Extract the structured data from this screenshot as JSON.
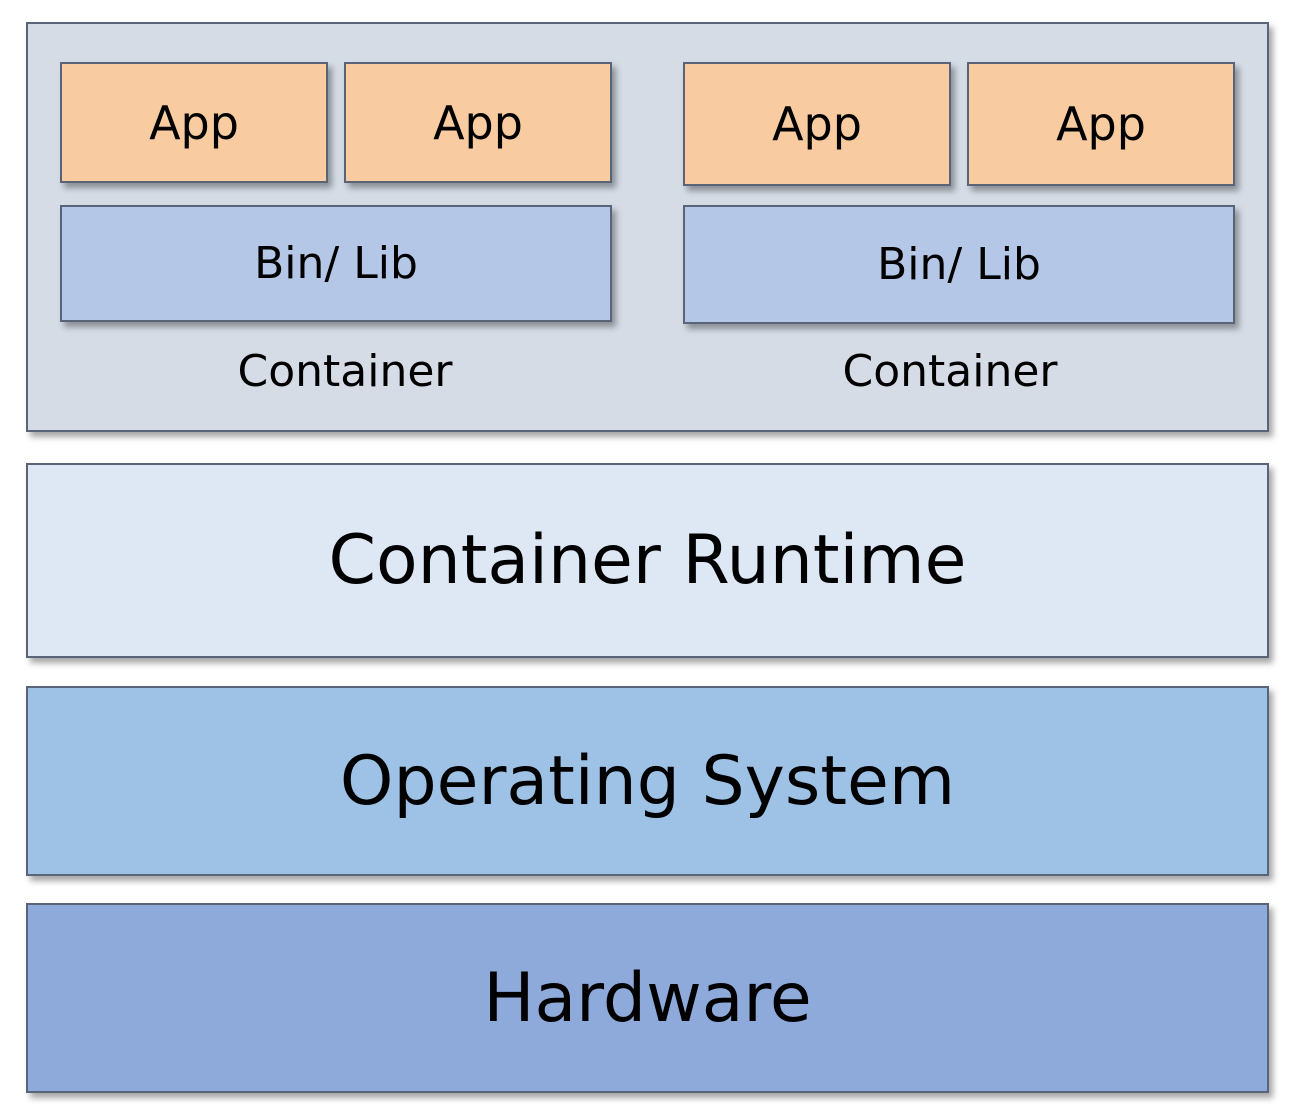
{
  "containers": [
    {
      "apps": [
        "App",
        "App"
      ],
      "binlib": "Bin/ Lib",
      "label": "Container"
    },
    {
      "apps": [
        "App",
        "App"
      ],
      "binlib": "Bin/ Lib",
      "label": "Container"
    }
  ],
  "layers": {
    "runtime": "Container Runtime",
    "os": "Operating System",
    "hardware": "Hardware"
  },
  "colors": {
    "app": "#f8cba0",
    "binlib": "#b4c7e6",
    "container_area": "#d5dce6",
    "runtime": "#dee8f5",
    "os": "#9dc2e5",
    "hardware": "#8eaadb"
  }
}
